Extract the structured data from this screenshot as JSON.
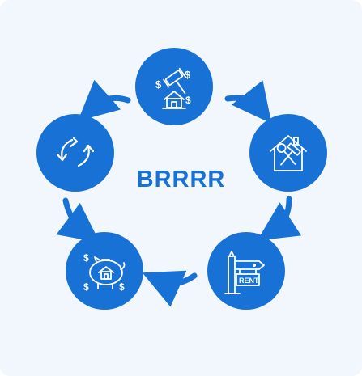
{
  "diagram": {
    "center_label": "BRRRR",
    "accent_color": "#1872d6",
    "background_color": "#f1f7fc",
    "steps": [
      {
        "id": "buy",
        "icon": "gavel-house-dollar-icon"
      },
      {
        "id": "rehab",
        "icon": "house-hammer-wrench-icon"
      },
      {
        "id": "rent",
        "icon": "rent-sign-icon"
      },
      {
        "id": "refinance",
        "icon": "piggy-bank-house-icon"
      },
      {
        "id": "repeat",
        "icon": "cycle-arrows-icon"
      }
    ],
    "flow": [
      "buy",
      "rehab",
      "rent",
      "refinance",
      "repeat",
      "buy"
    ]
  }
}
